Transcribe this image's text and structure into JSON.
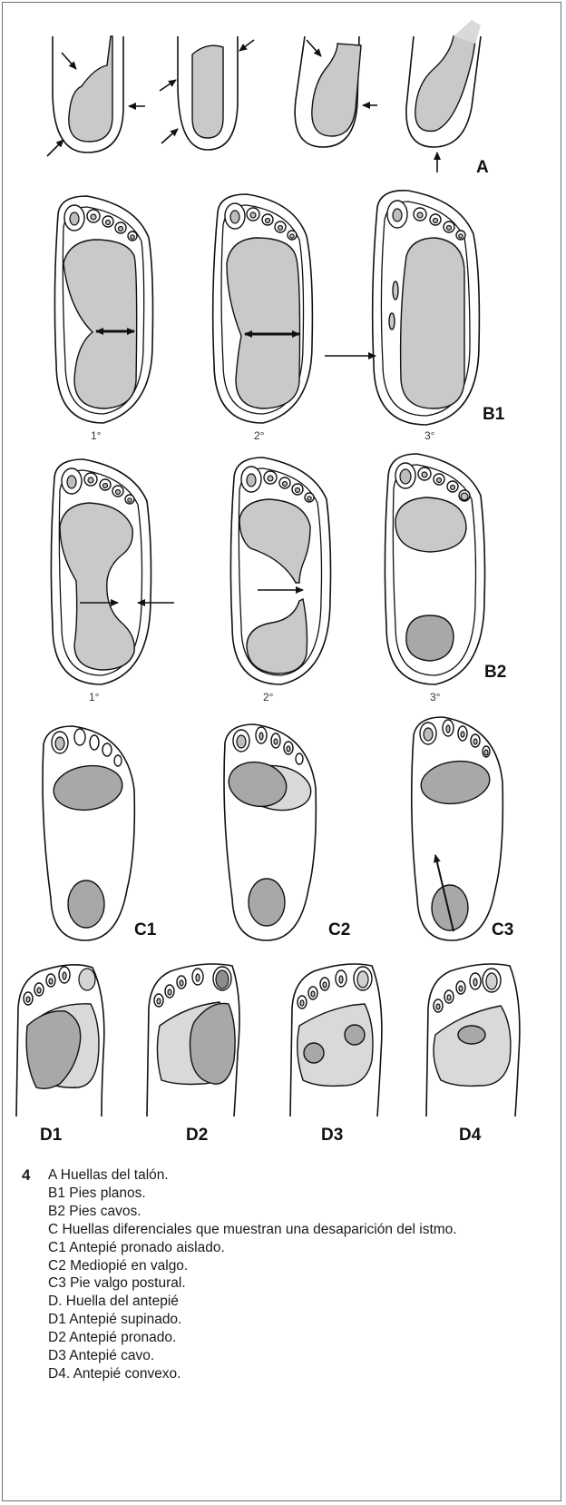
{
  "figure": {
    "panel_labels": [
      "A",
      "B1",
      "B2",
      "C1",
      "C2",
      "C3",
      "D1",
      "D2",
      "D3",
      "D4"
    ],
    "degree_labels_b1": [
      "1°",
      "2°",
      "3°"
    ],
    "degree_labels_b2": [
      "1°",
      "2°",
      "3°"
    ]
  },
  "caption": {
    "number": "4",
    "lines": [
      "A Huellas del talón.",
      "B1 Pies planos.",
      "B2 Pies cavos.",
      "C Huellas diferenciales que muestran una desaparición del istmo.",
      "C1 Antepié pronado aislado.",
      "C2 Mediopié en valgo.",
      "C3 Pie valgo postural.",
      "D. Huella del antepié",
      "D1 Antepié supinado.",
      "D2 Antepié pronado.",
      "D3 Antepié cavo.",
      "D4. Antepié convexo."
    ]
  }
}
